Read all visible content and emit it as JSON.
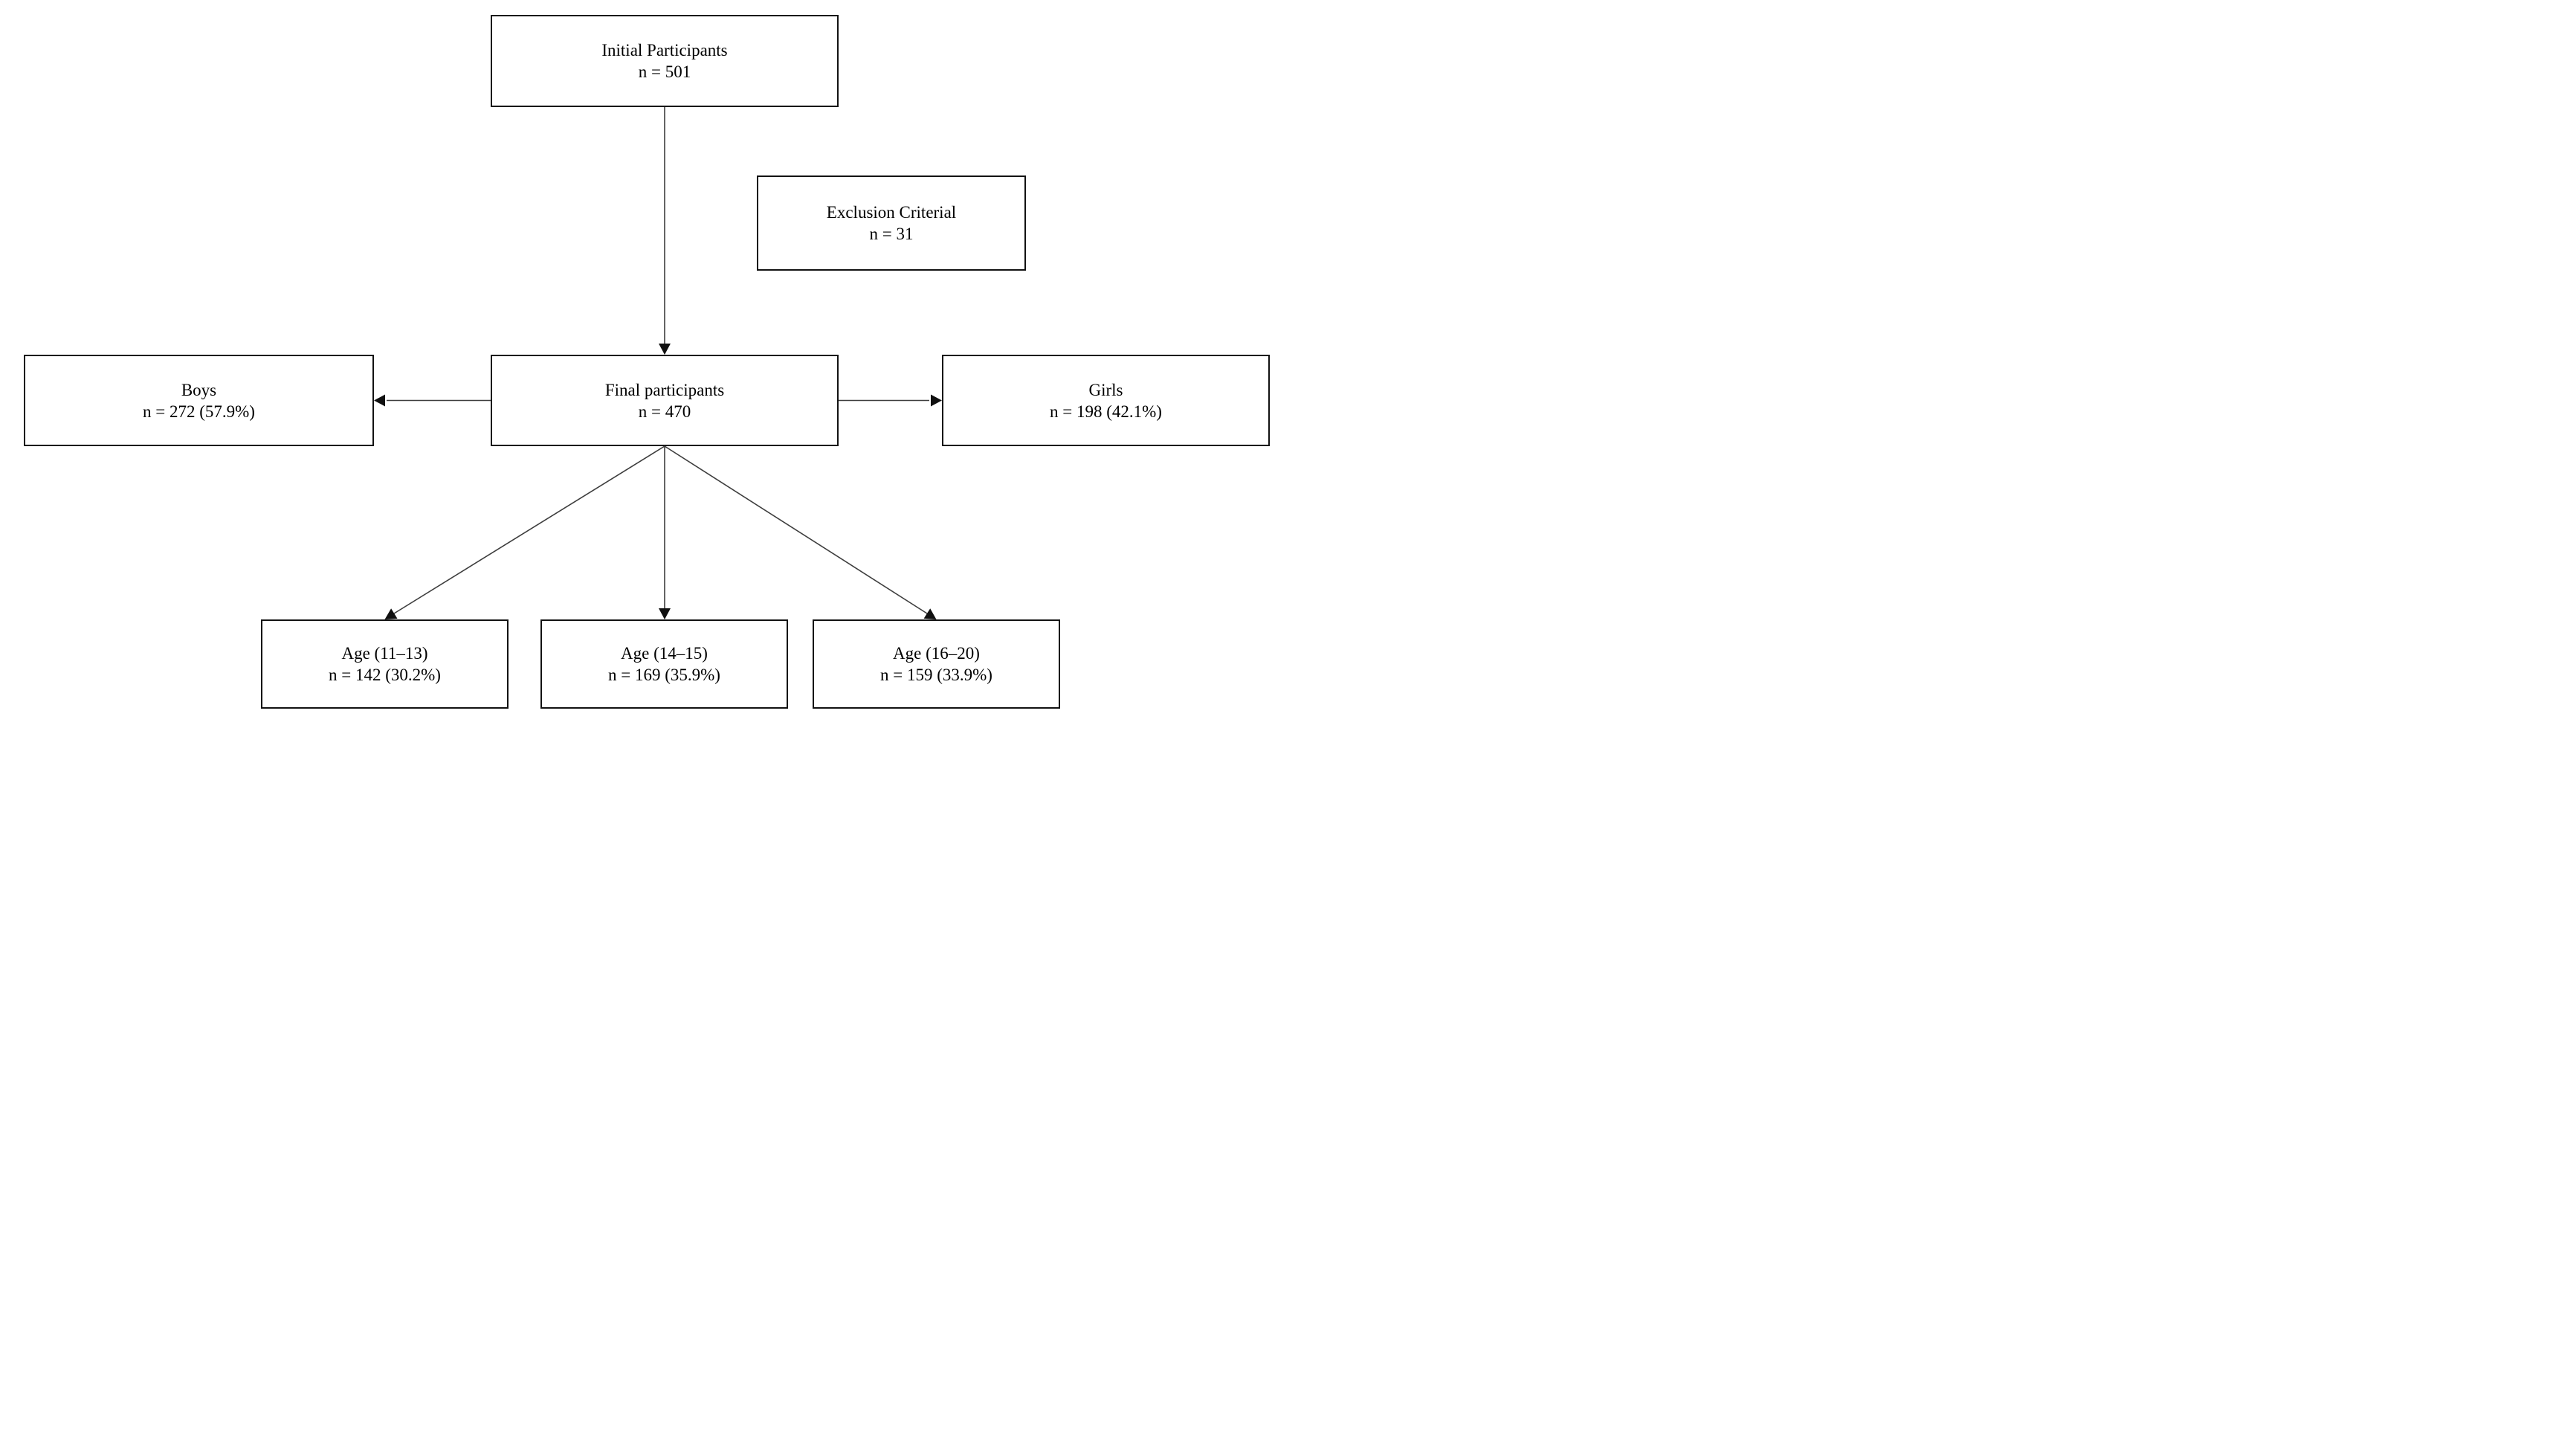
{
  "diagram": {
    "type": "flowchart",
    "nodes": {
      "initial": {
        "label": "Initial Participants",
        "count": "n = 501"
      },
      "exclusion": {
        "label": "Exclusion Criterial",
        "count": "n = 31"
      },
      "final": {
        "label": "Final participants",
        "count": "n = 470"
      },
      "boys": {
        "label": "Boys",
        "count": "n = 272 (57.9%)"
      },
      "girls": {
        "label": "Girls",
        "count": "n = 198 (42.1%)"
      },
      "age_11_13": {
        "label": "Age (11–13)",
        "count": "n = 142 (30.2%)"
      },
      "age_14_15": {
        "label": "Age (14–15)",
        "count": "n = 169 (35.9%)"
      },
      "age_16_20": {
        "label": "Age (16–20)",
        "count": "n = 159 (33.9%)"
      }
    },
    "edges": [
      {
        "from": "Initial Participants",
        "to": "Final participants",
        "direction": "down"
      },
      {
        "from": "Final participants",
        "to": "Boys",
        "direction": "left"
      },
      {
        "from": "Final participants",
        "to": "Girls",
        "direction": "right"
      },
      {
        "from": "Final participants",
        "to": "Age (11–13)",
        "direction": "down-left"
      },
      {
        "from": "Final participants",
        "to": "Age (14–15)",
        "direction": "down"
      },
      {
        "from": "Final participants",
        "to": "Age (16–20)",
        "direction": "down-right"
      }
    ],
    "colors": {
      "background": "#ffffff",
      "box_border": "#121212",
      "connector_line": "#3d3d3d",
      "arrowhead": "#101010",
      "text": "#000000"
    }
  }
}
